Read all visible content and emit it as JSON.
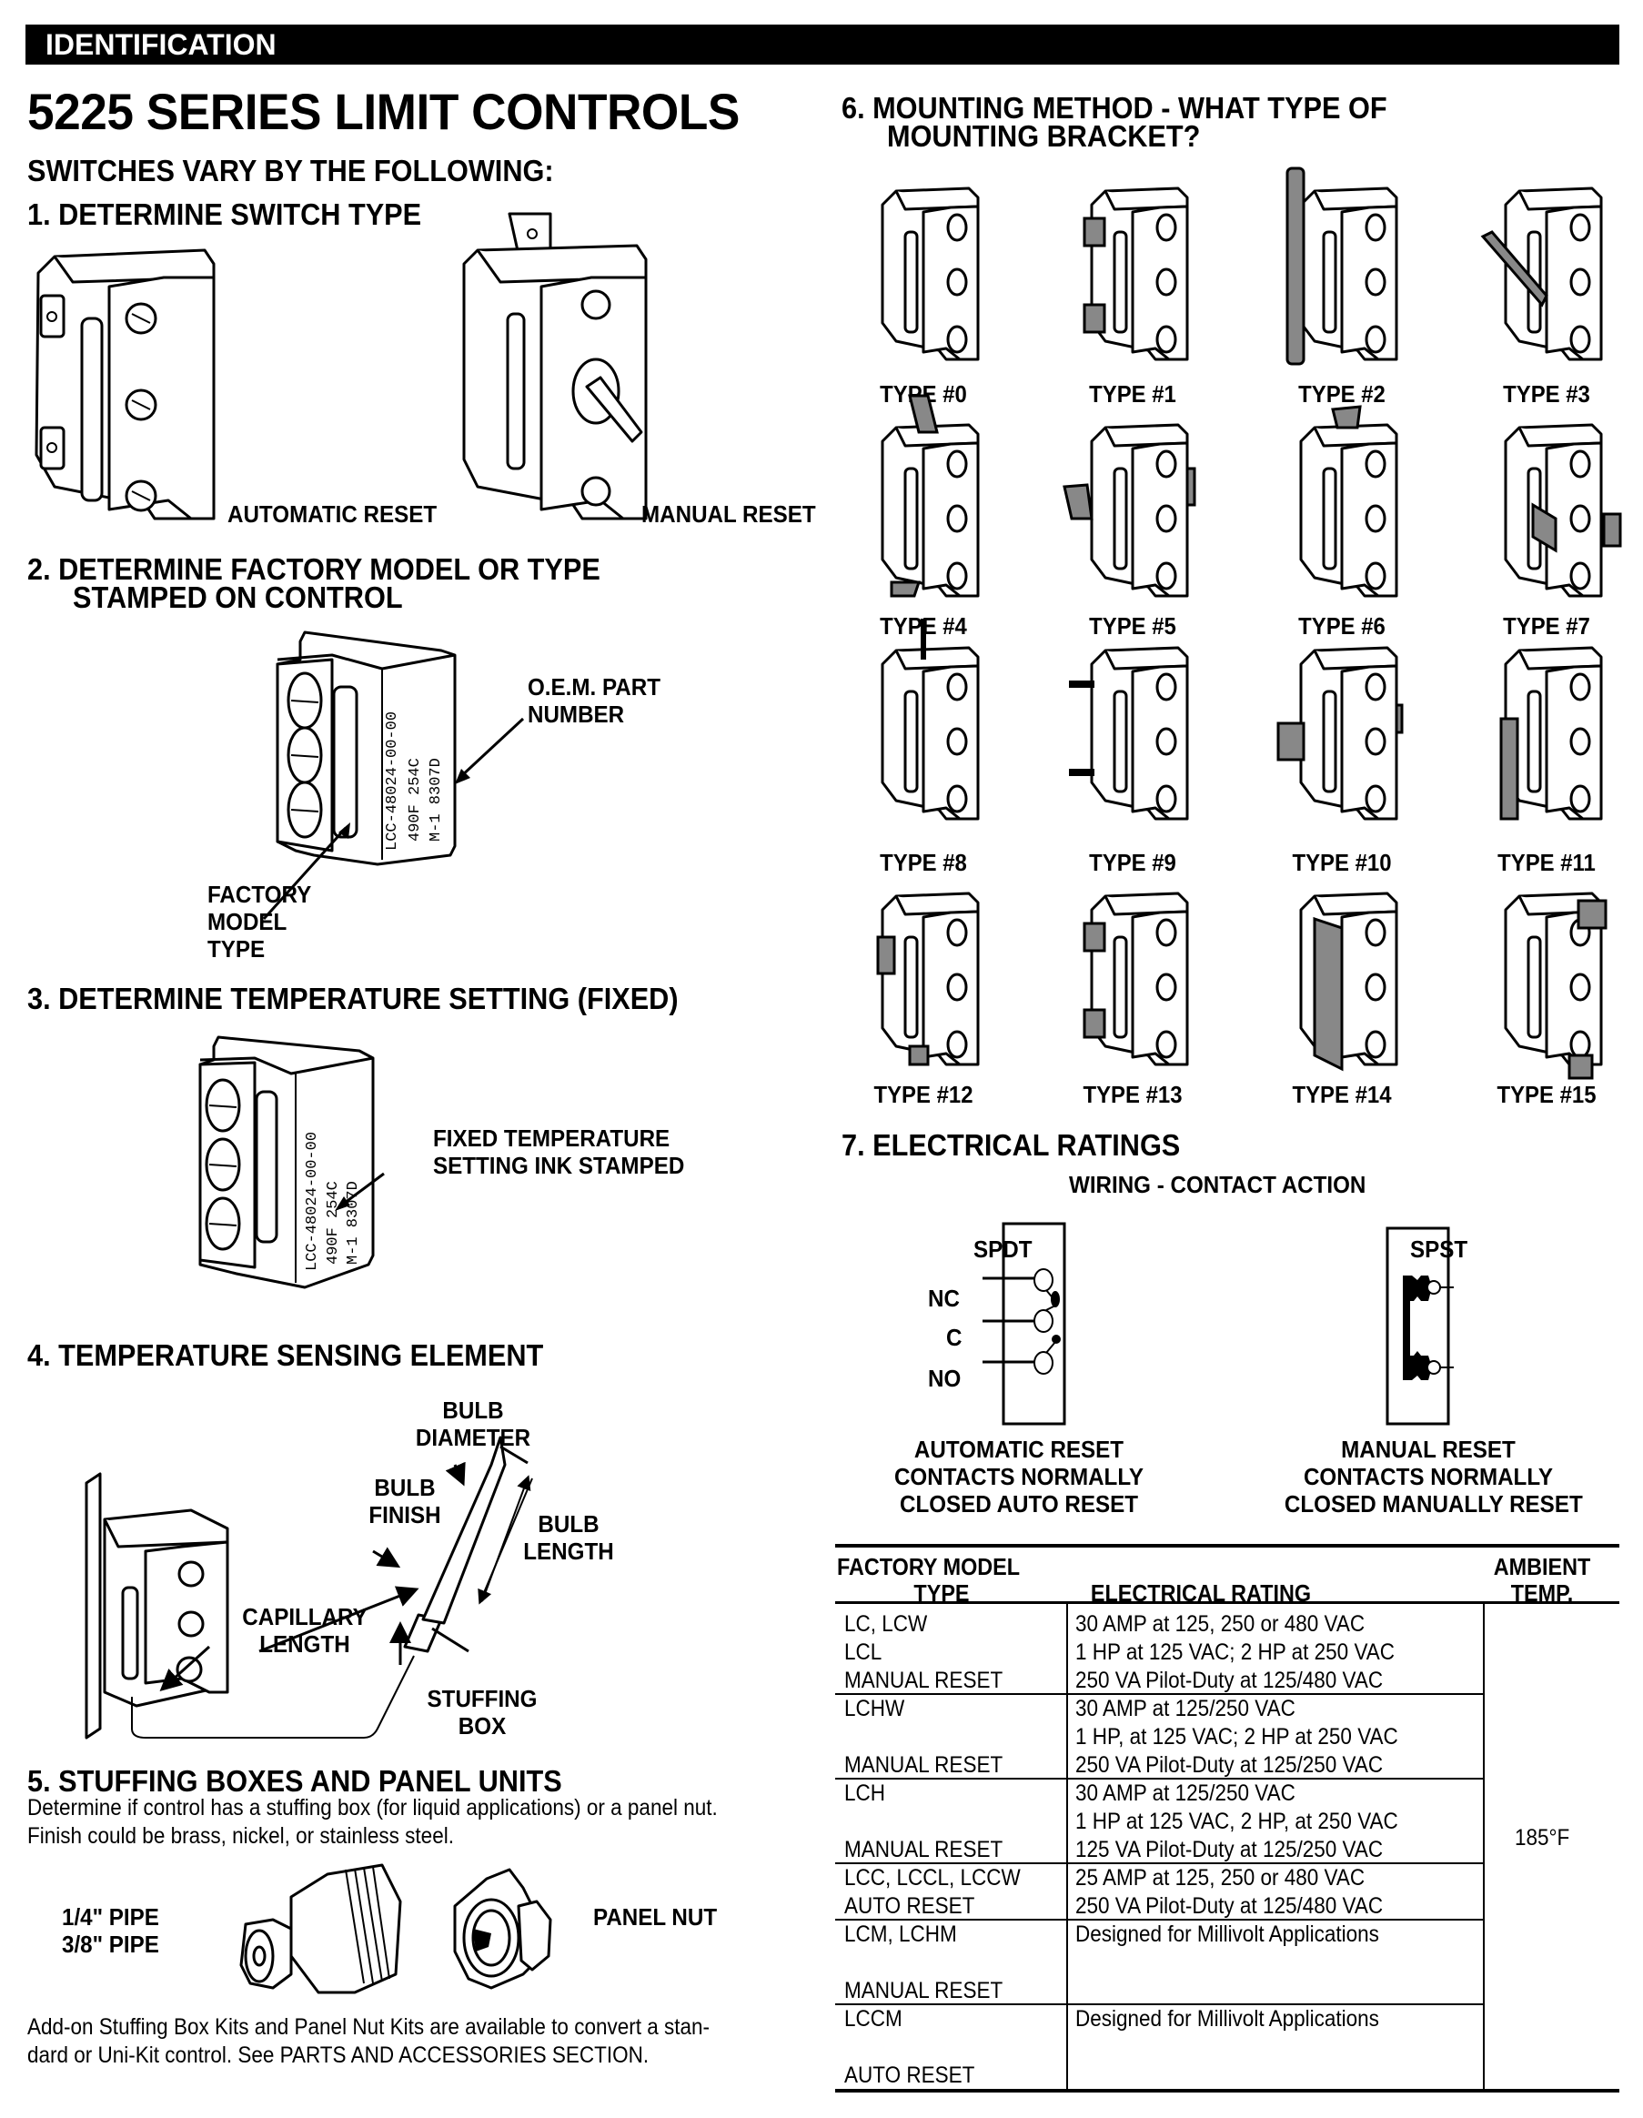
{
  "header": {
    "label": "IDENTIFICATION"
  },
  "title": "5225 SERIES LIMIT CONTROLS",
  "subtitle": "SWITCHES VARY BY THE FOLLOWING:",
  "section1": {
    "heading": "1.  DETERMINE SWITCH TYPE",
    "labels": {
      "automatic": "AUTOMATIC RESET",
      "manual": "MANUAL RESET"
    }
  },
  "section2": {
    "heading_line1": "2.  DETERMINE FACTORY MODEL OR TYPE",
    "heading_line2": "STAMPED ON CONTROL",
    "oem_line1": "O.E.M. PART",
    "oem_line2": "NUMBER",
    "factory_line1": "FACTORY",
    "factory_line2": "MODEL",
    "factory_line3": "TYPE",
    "stamp_lines": [
      "LCC-48024-00-00",
      "490F  254C",
      "M-1  8307D"
    ]
  },
  "section3": {
    "heading": "3.  DETERMINE TEMPERATURE SETTING (FIXED)",
    "callout_line1": "FIXED TEMPERATURE",
    "callout_line2": "SETTING INK STAMPED",
    "stamp_lines": [
      "LCC-48024-00-00",
      "490F  254C",
      "M-1  8307D"
    ]
  },
  "section4": {
    "heading": "4.  TEMPERATURE SENSING ELEMENT",
    "bulb_diameter": [
      "BULB",
      "DIAMETER"
    ],
    "bulb_finish": [
      "BULB",
      "FINISH"
    ],
    "bulb_length": [
      "BULB",
      "LENGTH"
    ],
    "capillary_length": [
      "CAPILLARY",
      "LENGTH"
    ],
    "stuffing_box": [
      "STUFFING",
      "BOX"
    ]
  },
  "section5": {
    "heading": "5.  STUFFING BOXES AND PANEL UNITS",
    "desc_line1": "Determine if control has a stuffing box (for liquid applications) or a panel nut.",
    "desc_line2": "Finish could be brass, nickel, or stainless steel.",
    "pipe1": "1/4\" PIPE",
    "pipe2": "3/8\" PIPE",
    "panel_nut": "PANEL NUT",
    "note_line1": "Add-on Stuffing Box Kits and Panel Nut Kits are available to convert a stan-",
    "note_line2": "dard or Uni-Kit control.  See PARTS AND ACCESSORIES SECTION."
  },
  "section6": {
    "heading_line1": "6.  MOUNTING METHOD - WHAT TYPE OF",
    "heading_line2": "MOUNTING BRACKET?",
    "types": [
      "TYPE #0",
      "TYPE #1",
      "TYPE #2",
      "TYPE #3",
      "TYPE #4",
      "TYPE #5",
      "TYPE #6",
      "TYPE #7",
      "TYPE #8",
      "TYPE #9",
      "TYPE #10",
      "TYPE #11",
      "TYPE #12",
      "TYPE #13",
      "TYPE #14",
      "TYPE #15"
    ]
  },
  "section7": {
    "heading": "7.  ELECTRICAL RATINGS",
    "wiring_title": "WIRING - CONTACT ACTION",
    "spdt": {
      "label": "SPDT",
      "nc": "NC",
      "c": "C",
      "no": "NO",
      "caption": [
        "AUTOMATIC RESET",
        "CONTACTS NORMALLY",
        "CLOSED AUTO RESET"
      ]
    },
    "spst": {
      "label": "SPST",
      "caption": [
        "MANUAL RESET",
        "CONTACTS NORMALLY",
        "CLOSED MANUALLY RESET"
      ]
    }
  },
  "ratings_table": {
    "headers": {
      "model_line1": "FACTORY  MODEL",
      "model_line2": "TYPE",
      "rating": "ELECTRICAL RATING",
      "ambient_line1": "AMBIENT",
      "ambient_line2": "TEMP."
    },
    "ambient_value": "185°F",
    "rows": [
      {
        "model": [
          "LC, LCW",
          "LCL",
          "MANUAL RESET"
        ],
        "rating": [
          "30 AMP at 125, 250 or 480 VAC",
          "1 HP at 125 VAC; 2 HP at 250 VAC",
          "250 VA Pilot-Duty at 125/480 VAC"
        ]
      },
      {
        "model": [
          "LCHW",
          "",
          "MANUAL RESET"
        ],
        "rating": [
          "30 AMP at 125/250 VAC",
          "1 HP, at 125 VAC; 2 HP at 250 VAC",
          "250 VA Pilot-Duty at 125/250 VAC"
        ]
      },
      {
        "model": [
          "LCH",
          "",
          "MANUAL RESET"
        ],
        "rating": [
          "30 AMP at 125/250 VAC",
          "1 HP at 125 VAC, 2 HP, at 250 VAC",
          "125 VA Pilot-Duty at 125/250 VAC"
        ]
      },
      {
        "model": [
          "LCC, LCCL, LCCW",
          "AUTO RESET"
        ],
        "rating": [
          "25 AMP at 125, 250 or 480 VAC",
          "250 VA Pilot-Duty at 125/480 VAC"
        ]
      },
      {
        "model": [
          "LCM, LCHM",
          "",
          "MANUAL RESET"
        ],
        "rating": [
          "Designed for Millivolt Applications",
          "",
          ""
        ]
      },
      {
        "model": [
          "LCCM",
          "",
          "AUTO RESET"
        ],
        "rating": [
          "Designed for Millivolt Applications",
          "",
          ""
        ]
      }
    ]
  }
}
